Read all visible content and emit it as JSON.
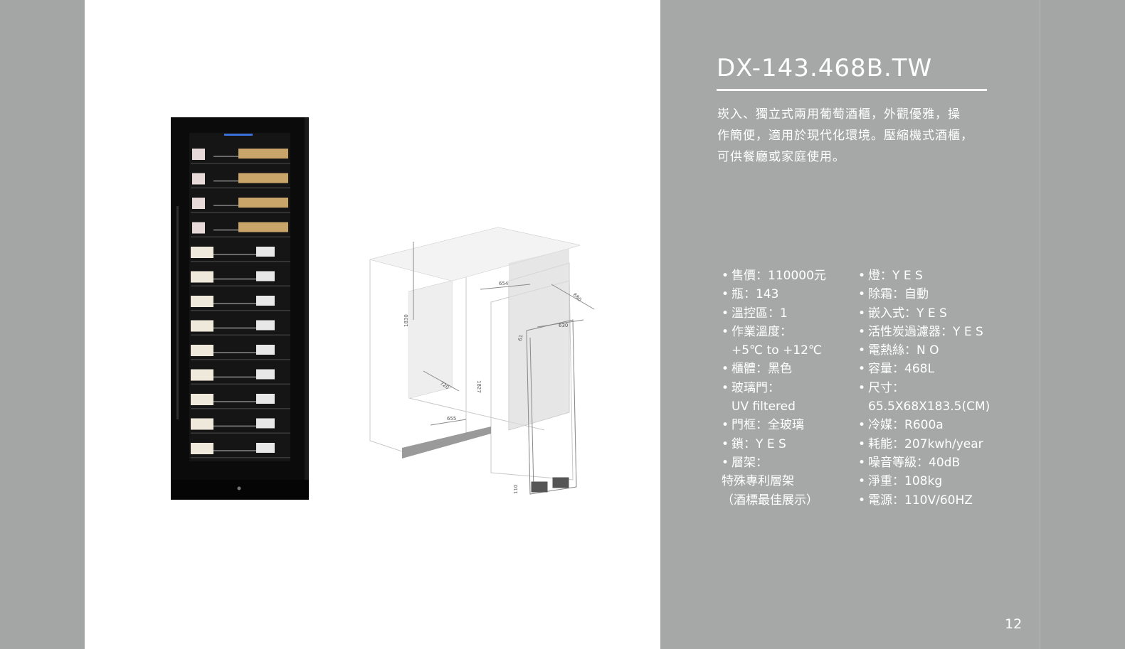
{
  "product": {
    "model": "DX-143.468B.TW",
    "description_lines": [
      "崁入、獨立式兩用葡萄酒櫃，外觀優雅，操",
      "作簡便，適用於現代化環境。壓縮機式酒櫃，",
      "可供餐廳或家庭使用。"
    ]
  },
  "specs_left": [
    {
      "text": "售價：110000元",
      "bullet": true
    },
    {
      "text": "瓶：143",
      "bullet": true
    },
    {
      "text": "溫控區：1",
      "bullet": true
    },
    {
      "text": "作業溫度：",
      "bullet": true
    },
    {
      "text": "+5℃ to +12℃",
      "bullet": false
    },
    {
      "text": "櫃體：黑色",
      "bullet": true
    },
    {
      "text": "玻璃門：",
      "bullet": true
    },
    {
      "text": "UV filtered",
      "bullet": false
    },
    {
      "text": "門框：全玻璃",
      "bullet": true
    },
    {
      "text": "鎖：Y E S",
      "bullet": true
    },
    {
      "text": "層架：",
      "bullet": true
    },
    {
      "text": "特殊專利層架",
      "bullet": false
    },
    {
      "text": "（酒標最佳展示）",
      "bullet": false
    }
  ],
  "specs_right": [
    {
      "text": "燈：Y E S",
      "bullet": true
    },
    {
      "text": "除霜：自動",
      "bullet": true
    },
    {
      "text": "嵌入式：Y E S",
      "bullet": true
    },
    {
      "text": "活性炭過濾器：Y E S",
      "bullet": true
    },
    {
      "text": "電熱絲：N O",
      "bullet": true
    },
    {
      "text": "容量：468L",
      "bullet": true
    },
    {
      "text": "尺寸：",
      "bullet": true
    },
    {
      "text": "65.5X68X183.5(CM)",
      "bullet": false
    },
    {
      "text": "冷媒：R600a",
      "bullet": true
    },
    {
      "text": "耗能：207kwh/year",
      "bullet": true
    },
    {
      "text": "噪音等級：40dB",
      "bullet": true
    },
    {
      "text": "淨重：108kg",
      "bullet": true
    },
    {
      "text": "電源：110V/60HZ",
      "bullet": true
    }
  ],
  "diagram_labels": {
    "d1": "1830",
    "d2": "720",
    "d3": "655",
    "d4": "654",
    "d5": "680",
    "d6": "630",
    "d7": "1827",
    "d8": "61",
    "d9": "110"
  },
  "page": {
    "number": "12"
  },
  "colors": {
    "background": "#a4a6a5",
    "panel": "#a6a8a7",
    "text": "#ffffff"
  }
}
